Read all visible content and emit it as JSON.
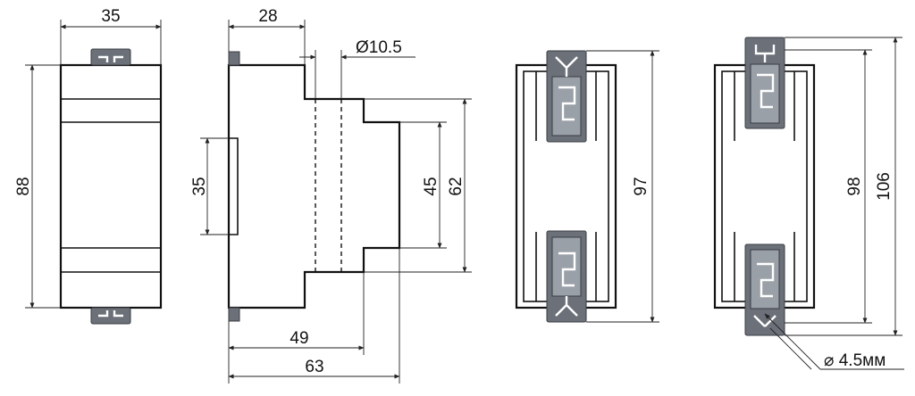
{
  "front_view": {
    "width": "35",
    "height": "88"
  },
  "side_view": {
    "depth_top": "28",
    "hole": "Ø10.5",
    "rail_height": "35",
    "inner_height": "45",
    "front_height": "62",
    "depth_mid": "49",
    "depth_total": "63"
  },
  "back_view_closed": {
    "height": "97"
  },
  "back_view_open": {
    "height_inner": "98",
    "height_outer": "106",
    "mount_hole": "⌀ 4.5мм"
  }
}
